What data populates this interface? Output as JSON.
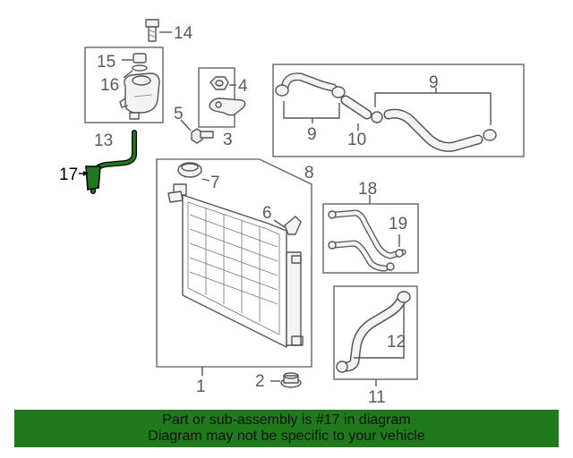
{
  "callouts": {
    "c1": "1",
    "c2": "2",
    "c3": "3",
    "c4": "4",
    "c5": "5",
    "c6": "6",
    "c7": "7",
    "c8": "8",
    "c9a": "9",
    "c9b": "9",
    "c10": "10",
    "c11": "11",
    "c12": "12",
    "c13": "13",
    "c14": "14",
    "c15": "15",
    "c16": "16",
    "c17": "17",
    "c18": "18",
    "c19": "19"
  },
  "highlight_color": "#1e7a1a",
  "footer": {
    "line1": "Part or sub-assembly is #17 in diagram",
    "line2": "Diagram may not be specific to your vehicle"
  }
}
